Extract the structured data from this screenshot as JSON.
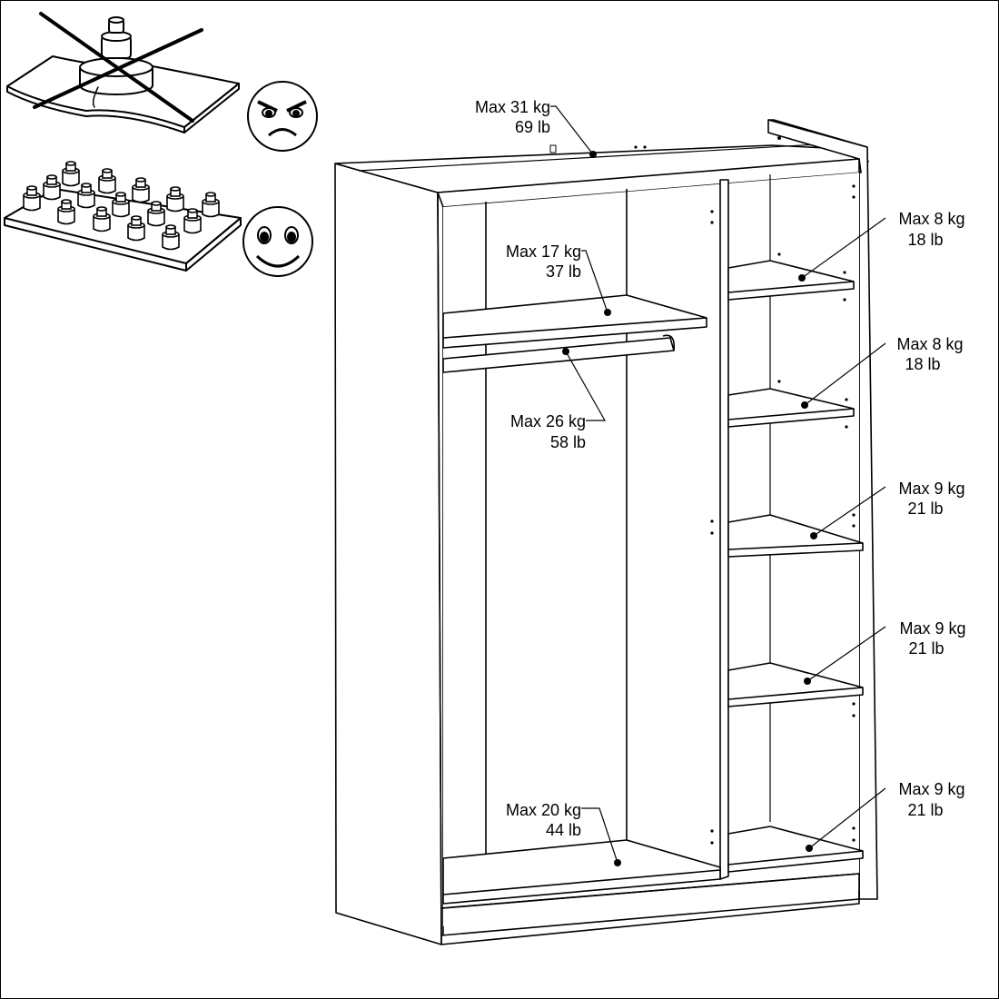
{
  "labels": {
    "top": {
      "kg": "Max 31 kg",
      "lb": "69 lb"
    },
    "left_shelf": {
      "kg": "Max 17 kg",
      "lb": "37 lb"
    },
    "rail": {
      "kg": "Max 26 kg",
      "lb": "58 lb"
    },
    "bottom_left": {
      "kg": "Max 20 kg",
      "lb": "44 lb"
    },
    "shelf1": {
      "kg": "Max 8 kg",
      "lb": "18 lb"
    },
    "shelf2": {
      "kg": "Max 8 kg",
      "lb": "18 lb"
    },
    "shelf3": {
      "kg": "Max 9 kg",
      "lb": "21 lb"
    },
    "shelf4": {
      "kg": "Max 9 kg",
      "lb": "21 lb"
    },
    "shelf5": {
      "kg": "Max 9 kg",
      "lb": "21 lb"
    }
  },
  "icons": {
    "bad": "angry-face-icon",
    "good": "smiling-face-icon"
  }
}
